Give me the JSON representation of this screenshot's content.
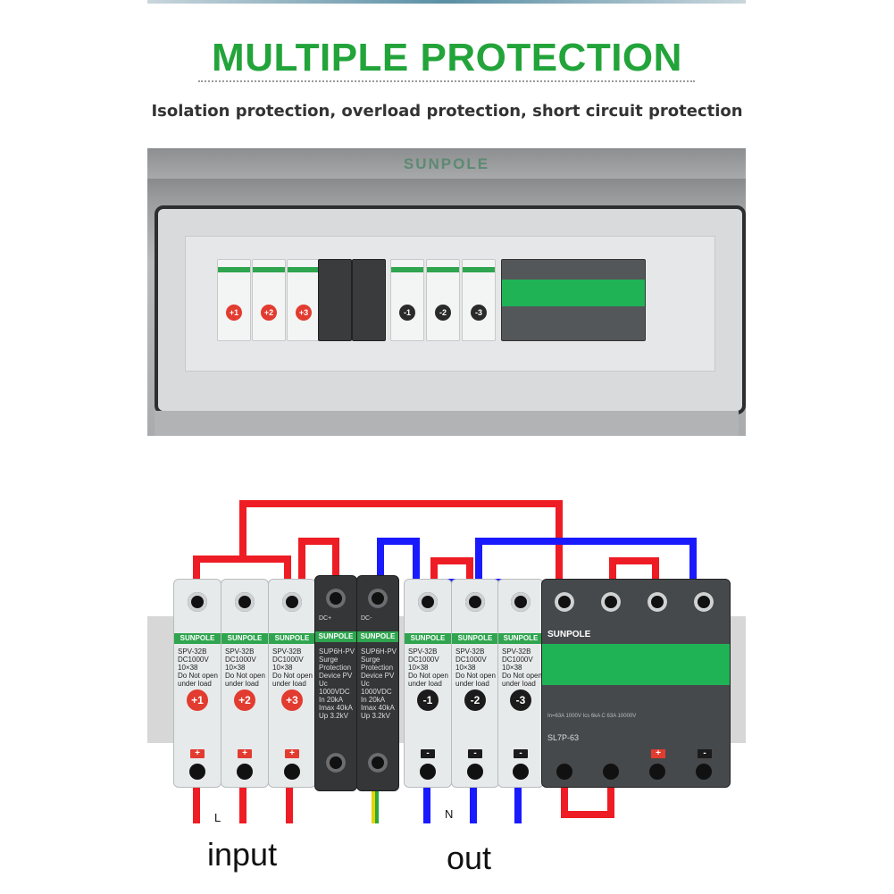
{
  "header": {
    "title": "MULTIPLE PROTECTION",
    "subtitle": "Isolation protection, overload protection, short circuit protection"
  },
  "photo": {
    "brand_emboss": "SUNPOLE",
    "module_badges": [
      "+1",
      "+2",
      "+3",
      "-1",
      "-2",
      "-3"
    ]
  },
  "modules": [
    {
      "brand": "SUNPOLE",
      "model": "SPV-32B",
      "spec": "DC1000V 10×38",
      "note": "Do Not open under load",
      "badge": "+1",
      "polarity": "+"
    },
    {
      "brand": "SUNPOLE",
      "model": "SPV-32B",
      "spec": "DC1000V 10×38",
      "note": "Do Not open under load",
      "badge": "+2",
      "polarity": "+"
    },
    {
      "brand": "SUNPOLE",
      "model": "SPV-32B",
      "spec": "DC1000V 10×38",
      "note": "Do Not open under load",
      "badge": "+3",
      "polarity": "+"
    },
    {
      "brand": "SUNPOLE",
      "model": "SUP6H-PV",
      "spec": "Surge Protection Device PV",
      "lines": [
        "Uc 1000VDC",
        "In 20kA",
        "Imax 40kA",
        "Up 3.2kV"
      ],
      "terminal": "DC+"
    },
    {
      "brand": "SUNPOLE",
      "model": "SUP6H-PV",
      "spec": "Surge Protection Device PV",
      "lines": [
        "Uc 1000VDC",
        "In 20kA",
        "Imax 40kA",
        "Up 3.2kV"
      ],
      "terminal": "DC-"
    },
    {
      "brand": "SUNPOLE",
      "model": "SPV-32B",
      "spec": "DC1000V 10×38",
      "note": "Do Not open under load",
      "badge": "-1",
      "polarity": "-"
    },
    {
      "brand": "SUNPOLE",
      "model": "SPV-32B",
      "spec": "DC1000V 10×38",
      "note": "Do Not open under load",
      "badge": "-2",
      "polarity": "-"
    },
    {
      "brand": "SUNPOLE",
      "model": "SPV-32B",
      "spec": "DC1000V 10×38",
      "note": "Do Not open under load",
      "badge": "-3",
      "polarity": "-"
    }
  ],
  "breaker": {
    "brand": "SUNPOLE",
    "model": "SL7P-63",
    "text": "In=63A 1000V Ics 6kA C 63A 10000V",
    "pol_pos": "+",
    "pol_neg": "-"
  },
  "labels": {
    "left_wire": "L",
    "neutral_wire": "N",
    "input": "input",
    "output": "out"
  },
  "colors": {
    "title_green": "#22a43a",
    "wire_red": "#ee1c24",
    "wire_blue": "#1a1aff"
  }
}
